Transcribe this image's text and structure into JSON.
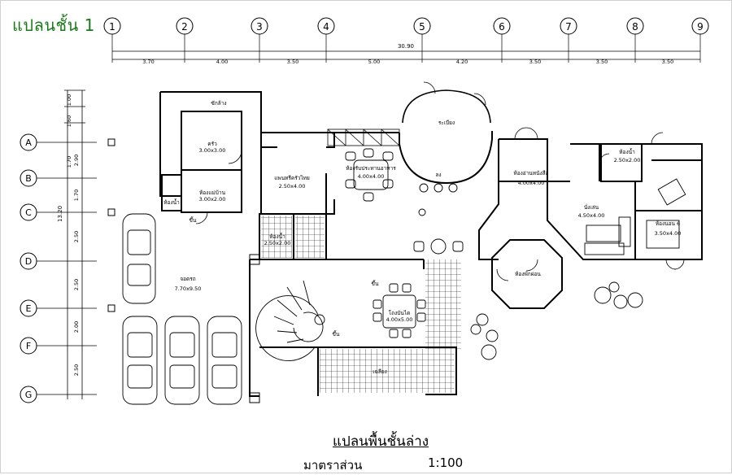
{
  "corner_title": "แปลนชั้น 1",
  "plan_title": "แปลนพื้นชั้นล่าง",
  "scale": {
    "label": "มาตราส่วน",
    "value": "1:100"
  },
  "grid": {
    "columns": [
      "1",
      "2",
      "3",
      "4",
      "5",
      "6",
      "7",
      "8",
      "9"
    ],
    "rows": [
      "A",
      "B",
      "C",
      "D",
      "E",
      "F",
      "G"
    ],
    "overall_dimension": "30.90",
    "column_spacings": [
      "3.70",
      "4.00",
      "3.50",
      "5.00",
      "4.20",
      "3.50",
      "3.50",
      "3.50"
    ],
    "row_overall": "13.20",
    "row_spacings": [
      "2.90",
      "1.70",
      "2.50",
      "2.50",
      "2.00",
      "2.50"
    ],
    "row_extra": [
      "1.00",
      "1.60",
      "1.70"
    ]
  },
  "rooms": {
    "laundry": "ซักล้าง",
    "kitchen": "ครัว",
    "kitchen_size": "3.00x3.00",
    "maid": "ห้องแม่บ้าน",
    "maid_size": "3.00x2.00",
    "toilet_small": "ห้องน้ำ",
    "stair_small": "ขึ้น",
    "pantry": "แพนทรีครัวไทย",
    "pantry_size": "2.50x4.00",
    "dining": "ห้องรับประทานอาหาร",
    "dining_size": "4.00x4.00",
    "terrace": "ระเบียง",
    "bathroom": "ห้องน้ำ",
    "bathroom_size": "2.50x2.00",
    "stair_main": "ขึ้น",
    "stair_up": "ขึ้น",
    "hall": "โถงบันได",
    "hall_size": "4.00x5.00",
    "porch": "เฉลียง",
    "garage": "จอดรถ",
    "garage_size": "7.70x9.50",
    "study": "ห้องอ่านหนังสือ",
    "study_size": "4.00x4.00",
    "living": "นั่งเล่น",
    "living_size": "4.50x4.00",
    "guest_bed": "ห้องนอน 6",
    "guest_bed_size": "3.50x4.00",
    "toilet_right": "ห้องน้ำ",
    "toilet_right_size": "2.50x2.00",
    "rest": "ห้องพักผ่อน",
    "level_marker": "ลง"
  }
}
